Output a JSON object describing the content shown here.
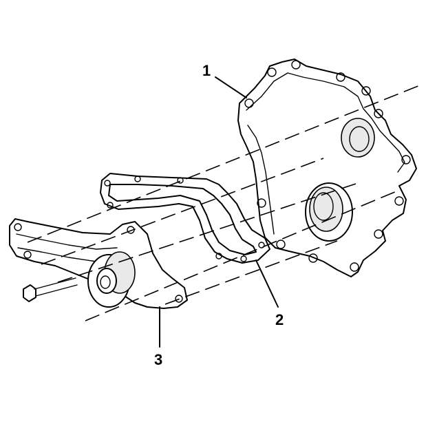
{
  "callouts": [
    {
      "id": "1",
      "label": "1"
    },
    {
      "id": "2",
      "label": "2"
    },
    {
      "id": "3",
      "label": "3"
    }
  ],
  "parts": [
    {
      "callout": "1",
      "name": "front-cover",
      "icon": "engine-front-cover"
    },
    {
      "callout": "2",
      "name": "gasket",
      "icon": "water-pump-gasket"
    },
    {
      "callout": "3",
      "name": "water-pump",
      "icon": "water-pump"
    }
  ],
  "colors": {
    "line": "#000000",
    "background": "#ffffff"
  }
}
